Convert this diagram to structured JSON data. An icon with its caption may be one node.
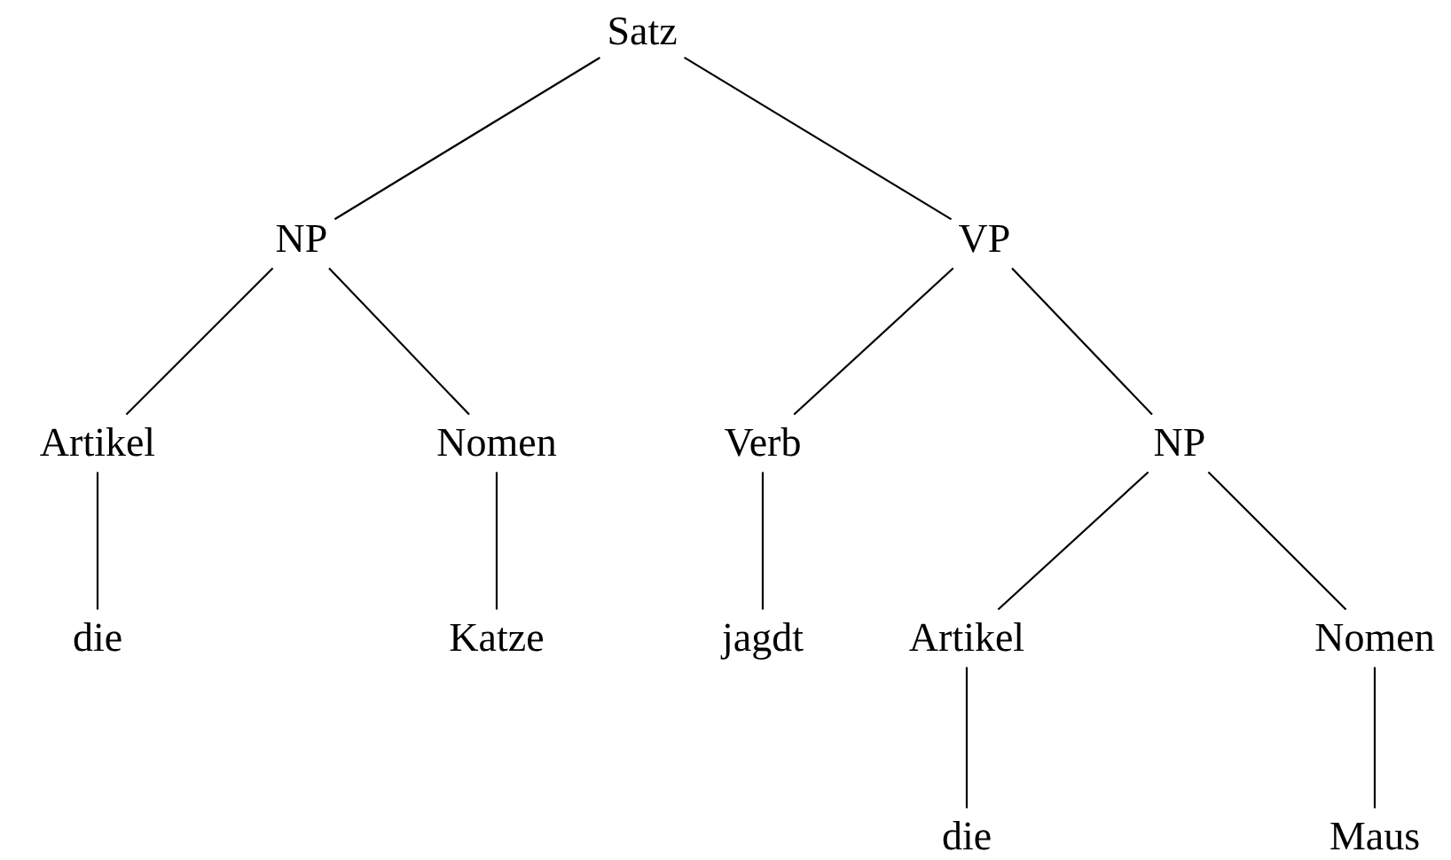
{
  "diagram": {
    "nodes": [
      {
        "text": [
          "Satz"
        ]
      },
      {
        "text": [
          "NP"
        ]
      },
      {
        "text": [
          "VP"
        ]
      },
      {
        "text": [
          "Artikel"
        ]
      },
      {
        "text": [
          "Nomen"
        ]
      },
      {
        "text": [
          "Verb"
        ]
      },
      {
        "text": [
          "NP"
        ]
      },
      {
        "text": [
          "die"
        ]
      },
      {
        "text": [
          "Katze"
        ]
      },
      {
        "text": [
          "jagdt"
        ]
      },
      {
        "text": [
          "Artikel"
        ]
      },
      {
        "text": [
          "Nomen"
        ]
      },
      {
        "text": [
          "die"
        ]
      },
      {
        "text": [
          "Maus"
        ]
      }
    ],
    "edges": [
      {
        "from": 0,
        "to": 1,
        "arrow": "none"
      },
      {
        "from": 0,
        "to": 2,
        "arrow": "none"
      },
      {
        "from": 1,
        "to": 3,
        "arrow": "none"
      },
      {
        "from": 1,
        "to": 4,
        "arrow": "none"
      },
      {
        "from": 2,
        "to": 5,
        "arrow": "none"
      },
      {
        "from": 2,
        "to": 6,
        "arrow": "none"
      },
      {
        "from": 3,
        "to": 7,
        "arrow": "none"
      },
      {
        "from": 4,
        "to": 8,
        "arrow": "none"
      },
      {
        "from": 5,
        "to": 9,
        "arrow": "none"
      },
      {
        "from": 6,
        "to": 10,
        "arrow": "none"
      },
      {
        "from": 6,
        "to": 11,
        "arrow": "none"
      },
      {
        "from": 10,
        "to": 12,
        "arrow": "none"
      },
      {
        "from": 11,
        "to": 13,
        "arrow": "none"
      }
    ]
  }
}
